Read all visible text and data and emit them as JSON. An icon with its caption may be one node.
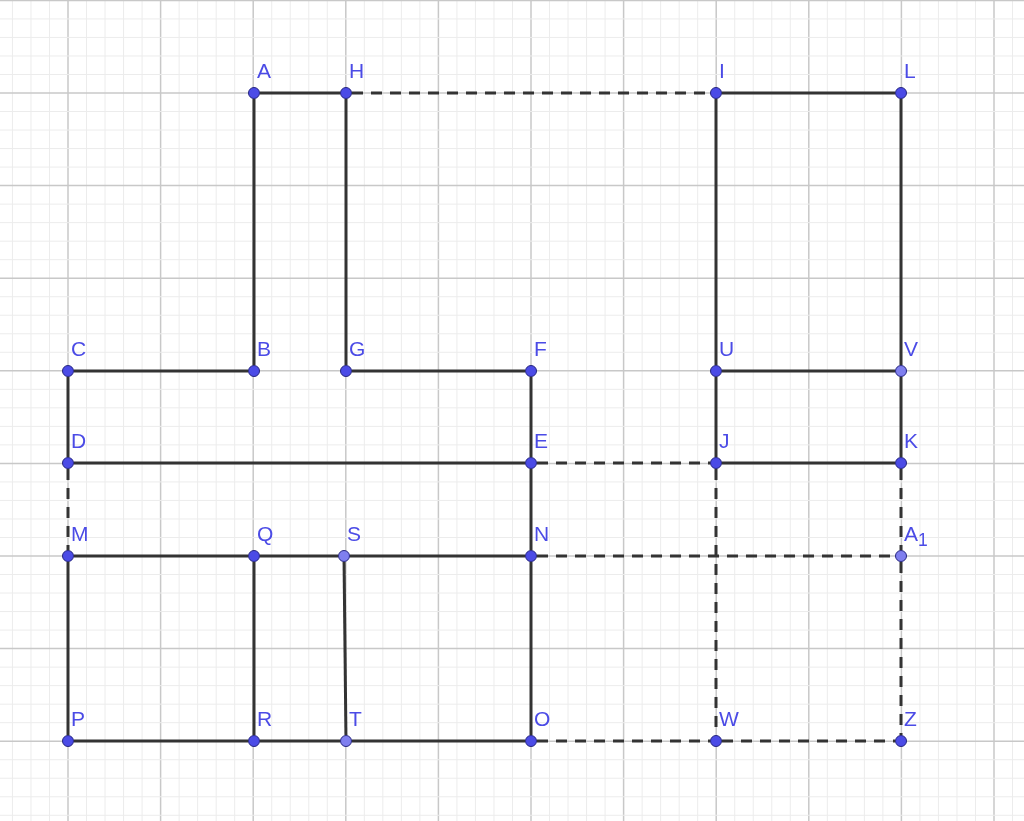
{
  "diagram": {
    "nodes": [
      {
        "text": [
          "A"
        ]
      },
      {
        "text": [
          "H"
        ]
      },
      {
        "text": [
          "I"
        ]
      },
      {
        "text": [
          "L"
        ]
      },
      {
        "text": [
          "C"
        ]
      },
      {
        "text": [
          "B"
        ]
      },
      {
        "text": [
          "G"
        ]
      },
      {
        "text": [
          "F"
        ]
      },
      {
        "text": [
          "U"
        ]
      },
      {
        "text": [
          "V"
        ]
      },
      {
        "text": [
          "D"
        ]
      },
      {
        "text": [
          "E"
        ]
      },
      {
        "text": [
          "J"
        ]
      },
      {
        "text": [
          "K"
        ]
      },
      {
        "text": [
          "M"
        ]
      },
      {
        "text": [
          "Q"
        ]
      },
      {
        "text": [
          "S"
        ]
      },
      {
        "text": [
          "N"
        ]
      },
      {
        "text": [
          "A$_{1}$"
        ]
      },
      {
        "text": [
          "P"
        ]
      },
      {
        "text": [
          "R"
        ]
      },
      {
        "text": [
          "T"
        ]
      },
      {
        "text": [
          "O"
        ]
      },
      {
        "text": [
          "W"
        ]
      },
      {
        "text": [
          "Z"
        ]
      }
    ],
    "edges": [
      {
        "from": 0,
        "to": 1,
        "arrow": "none"
      },
      {
        "from": 0,
        "to": 5,
        "arrow": "none"
      },
      {
        "from": 1,
        "to": 6,
        "arrow": "none"
      },
      {
        "from": 1,
        "to": 2,
        "arrow": "none",
        "style": "dashed"
      },
      {
        "from": 2,
        "to": 3,
        "arrow": "none"
      },
      {
        "from": 2,
        "to": 8,
        "arrow": "none"
      },
      {
        "from": 3,
        "to": 9,
        "arrow": "none"
      },
      {
        "from": 4,
        "to": 5,
        "arrow": "none"
      },
      {
        "from": 4,
        "to": 10,
        "arrow": "none"
      },
      {
        "from": 6,
        "to": 7,
        "arrow": "none"
      },
      {
        "from": 7,
        "to": 11,
        "arrow": "none"
      },
      {
        "from": 8,
        "to": 9,
        "arrow": "none"
      },
      {
        "from": 8,
        "to": 12,
        "arrow": "none"
      },
      {
        "from": 9,
        "to": 13,
        "arrow": "none"
      },
      {
        "from": 10,
        "to": 11,
        "arrow": "none"
      },
      {
        "from": 11,
        "to": 12,
        "arrow": "none",
        "style": "dashed"
      },
      {
        "from": 12,
        "to": 13,
        "arrow": "none"
      },
      {
        "from": 10,
        "to": 14,
        "arrow": "none",
        "style": "dashed"
      },
      {
        "from": 11,
        "to": 17,
        "arrow": "none"
      },
      {
        "from": 12,
        "to": 23,
        "arrow": "none",
        "style": "dashed"
      },
      {
        "from": 13,
        "to": 18,
        "arrow": "none",
        "style": "dashed"
      },
      {
        "from": 14,
        "to": 15,
        "arrow": "none"
      },
      {
        "from": 15,
        "to": 16,
        "arrow": "none"
      },
      {
        "from": 16,
        "to": 17,
        "arrow": "none"
      },
      {
        "from": 17,
        "to": 18,
        "arrow": "none",
        "style": "dashed"
      },
      {
        "from": 14,
        "to": 19,
        "arrow": "none"
      },
      {
        "from": 15,
        "to": 20,
        "arrow": "none"
      },
      {
        "from": 16,
        "to": 21,
        "arrow": "none"
      },
      {
        "from": 17,
        "to": 22,
        "arrow": "none"
      },
      {
        "from": 18,
        "to": 24,
        "arrow": "none",
        "style": "dashed"
      },
      {
        "from": 19,
        "to": 20,
        "arrow": "none"
      },
      {
        "from": 20,
        "to": 21,
        "arrow": "none"
      },
      {
        "from": 21,
        "to": 22,
        "arrow": "none"
      },
      {
        "from": 22,
        "to": 23,
        "arrow": "none",
        "style": "dashed"
      },
      {
        "from": 23,
        "to": 24,
        "arrow": "none",
        "style": "dashed"
      }
    ]
  }
}
